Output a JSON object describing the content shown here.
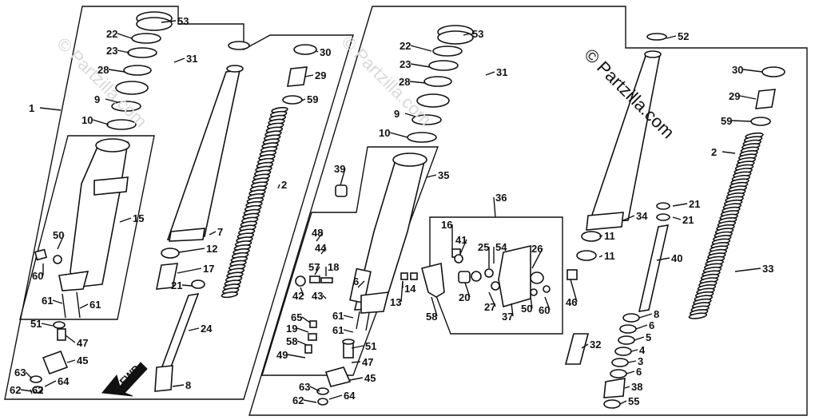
{
  "watermark": {
    "text": "© Partzilla.com"
  },
  "direction_label": "FWD",
  "callouts": {
    "left": [
      "53",
      "22",
      "23",
      "28",
      "9",
      "10",
      "31",
      "1",
      "15",
      "50",
      "60",
      "61",
      "61",
      "51",
      "47",
      "45",
      "63",
      "64",
      "62",
      "62",
      "30",
      "29",
      "59",
      "2",
      "7",
      "12",
      "17",
      "21",
      "24",
      "8"
    ],
    "right": [
      "53",
      "22",
      "23",
      "28",
      "9",
      "10",
      "31",
      "39",
      "35",
      "48",
      "44",
      "57",
      "18",
      "42",
      "43",
      "6",
      "61",
      "61",
      "65",
      "19",
      "58",
      "49",
      "51",
      "47",
      "45",
      "63",
      "64",
      "62",
      "36",
      "16",
      "41",
      "25",
      "54",
      "26",
      "20",
      "27",
      "37",
      "50",
      "60",
      "14",
      "13",
      "58",
      "46",
      "52",
      "30",
      "29",
      "59",
      "2",
      "34",
      "11",
      "11",
      "40",
      "21",
      "21",
      "8",
      "6",
      "5",
      "4",
      "3",
      "6",
      "38",
      "55",
      "32",
      "33"
    ]
  }
}
